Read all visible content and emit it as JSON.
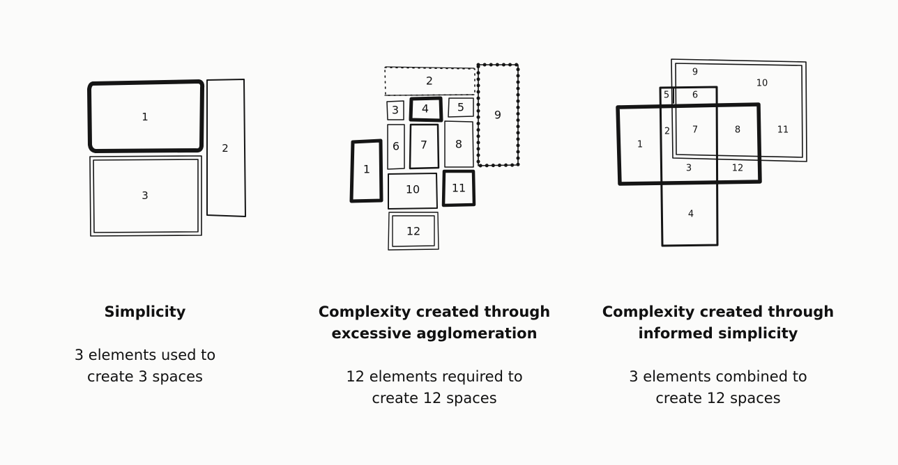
{
  "diagram_1": {
    "labels": [
      "1",
      "2",
      "3"
    ],
    "title": "Simplicity",
    "description": "3 elements used to\ncreate 3 spaces"
  },
  "diagram_2": {
    "labels": [
      "1",
      "2",
      "3",
      "4",
      "5",
      "6",
      "7",
      "8",
      "9",
      "10",
      "11",
      "12"
    ],
    "title": "Complexity created through\nexcessive agglomeration",
    "description": "12 elements required to\ncreate 12 spaces"
  },
  "diagram_3": {
    "labels": [
      "1",
      "2",
      "3",
      "4",
      "5",
      "6",
      "7",
      "8",
      "9",
      "10",
      "11",
      "12"
    ],
    "title": "Complexity created through\ninformed simplicity",
    "description": "3 elements combined to\ncreate 12 spaces"
  }
}
